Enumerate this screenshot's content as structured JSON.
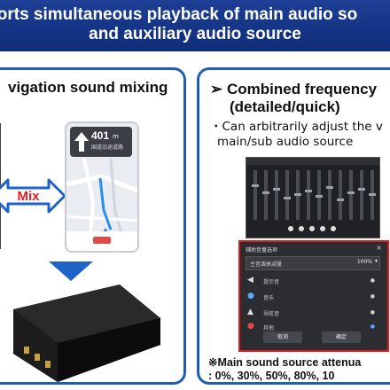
{
  "banner": {
    "line1": "orts simultaneous playback of main audio so",
    "line2": "and auxiliary audio source"
  },
  "left_panel": {
    "title": "vigation sound mixing",
    "mix_label": "Mix",
    "phone": {
      "distance": "401",
      "unit": "m",
      "road": "国道沿途道路"
    }
  },
  "right_panel": {
    "title_line1": "➢  Combined frequency",
    "title_line2": "(detailed/quick)",
    "bullet_line1": "・Can arbitrarily adjust the v",
    "bullet_line2": "main/sub audio source",
    "settings_dialog": {
      "title": "辅助音量选项",
      "main_row_label": "主音源衰减量",
      "main_row_value": "100%",
      "rows": [
        "提示音",
        "音乐",
        "导航音",
        "其他"
      ],
      "cancel_label": "取消",
      "confirm_label": "确定"
    },
    "footnote_line1": "※Main sound source attenua",
    "footnote_line2": ": 0%, 30%, 50%, 80%, 10"
  },
  "colors": {
    "banner": "#1d3f95",
    "panel_border": "#1e5fb5",
    "mix_text": "#e41b23",
    "arrow_fill": "#1e63c8",
    "highlight_border": "#e21b1b"
  }
}
